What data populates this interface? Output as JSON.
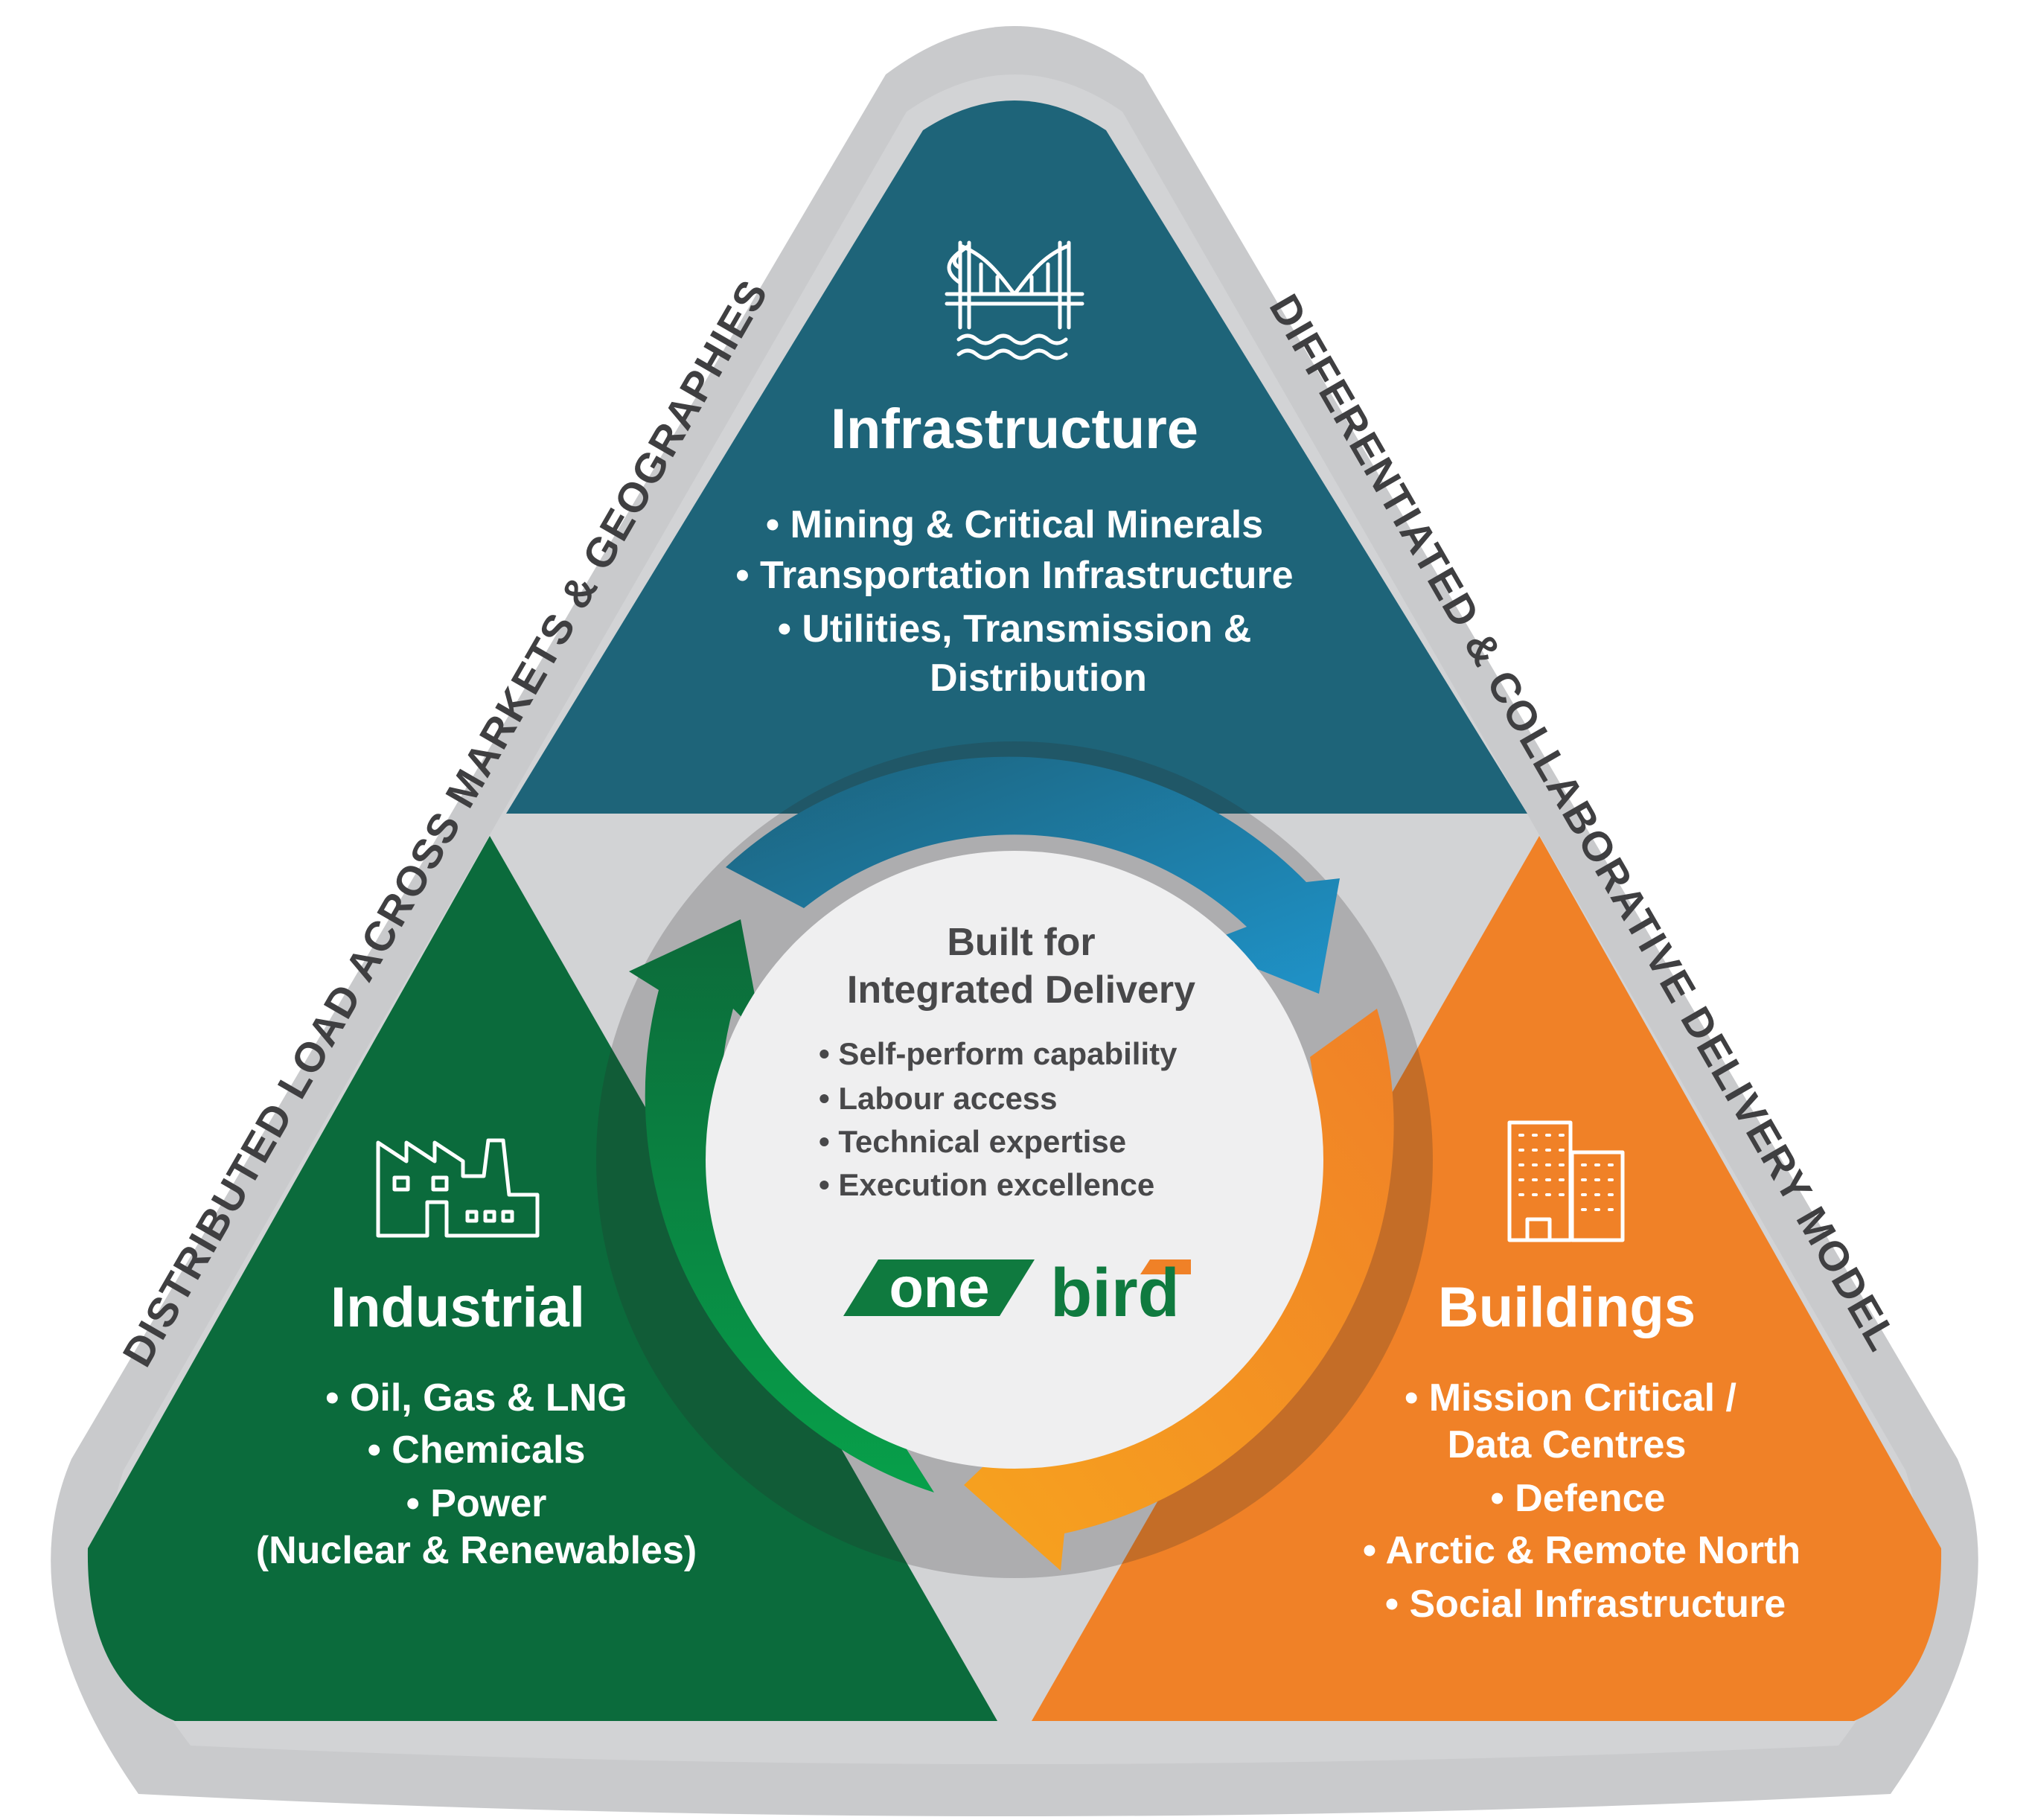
{
  "side_labels": {
    "left": "DISTRIBUTED LOAD ACROSS MARKETS & GEOGRAPHIES",
    "right": "DIFFERENTIATED & COLLABORATIVE DELIVERY MODEL"
  },
  "infrastructure": {
    "title": "Infrastructure",
    "items": [
      "• Mining & Critical Minerals",
      "• Transportation Infrastructure",
      "• Utilities, Transmission &",
      "Distribution"
    ],
    "icon": "bridge-icon",
    "color": "#1e6479"
  },
  "industrial": {
    "title": "Industrial",
    "items": [
      "• Oil, Gas & LNG",
      "• Chemicals",
      "• Power",
      "(Nuclear & Renewables)"
    ],
    "icon": "factory-icon",
    "color": "#0b6b3c"
  },
  "buildings": {
    "title": "Buildings",
    "items": [
      "• Mission Critical /",
      "Data Centres",
      "• Defence",
      "• Arctic & Remote North",
      "•  Social Infrastructure"
    ],
    "icon": "office-buildings-icon",
    "color": "#f08127"
  },
  "center": {
    "title_line1": "Built for",
    "title_line2": "Integrated Delivery",
    "items": [
      "• Self-perform capability",
      "• Labour access",
      "• Technical expertise",
      "• Execution excellence"
    ]
  },
  "logo": {
    "part1": "one",
    "part2": "bird",
    "green": "#0f7a3f",
    "orange": "#f08127"
  },
  "colors": {
    "ring": "#c9cacc",
    "panel": "#d2d3d5",
    "center": "#efeff0"
  }
}
